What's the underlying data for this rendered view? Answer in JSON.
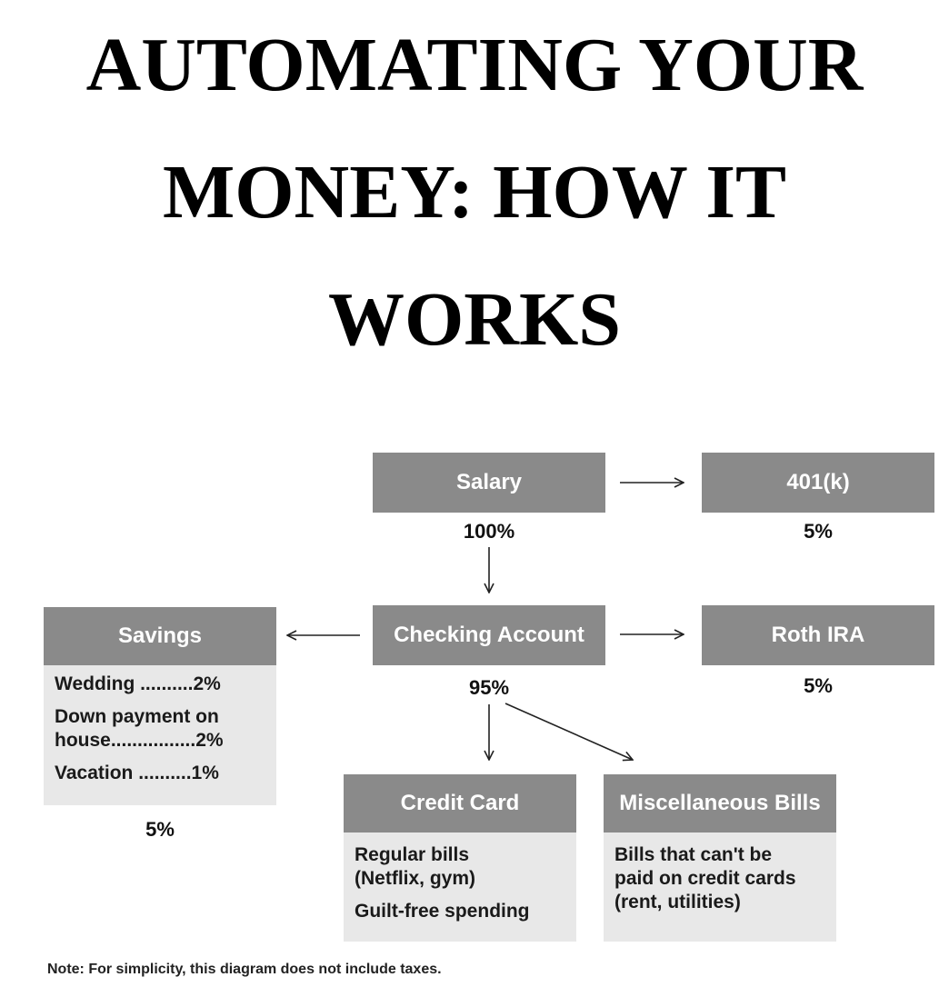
{
  "title": {
    "line1": "AUTOMATING YOUR",
    "line2": "MONEY: HOW IT",
    "line3": "WORKS"
  },
  "diagram": {
    "salary": {
      "label": "Salary",
      "percent": "100%"
    },
    "k401": {
      "label": "401(k)",
      "percent": "5%"
    },
    "checking": {
      "label": "Checking Account",
      "percent": "95%"
    },
    "roth": {
      "label": "Roth IRA",
      "percent": "5%"
    },
    "savings": {
      "label": "Savings",
      "items": {
        "wedding": "Wedding ..........2%",
        "down_payment_1": "Down payment on",
        "down_payment_2": "house................2%",
        "vacation": "Vacation ..........1%"
      },
      "percent": "5%"
    },
    "credit_card": {
      "label": "Credit Card",
      "items": {
        "regular_1": "Regular bills",
        "regular_2": "(Netflix, gym)",
        "guilt_free": "Guilt-free spending"
      }
    },
    "misc": {
      "label": "Miscellaneous Bills",
      "items": {
        "line1": "Bills that can't be",
        "line2": "paid on credit cards",
        "line3": "(rent, utilities)"
      }
    }
  },
  "note": "Note: For simplicity, this diagram does not include taxes.",
  "colors": {
    "header": "#8a8a8a",
    "body": "#e8e8e8",
    "text": "#111111"
  }
}
